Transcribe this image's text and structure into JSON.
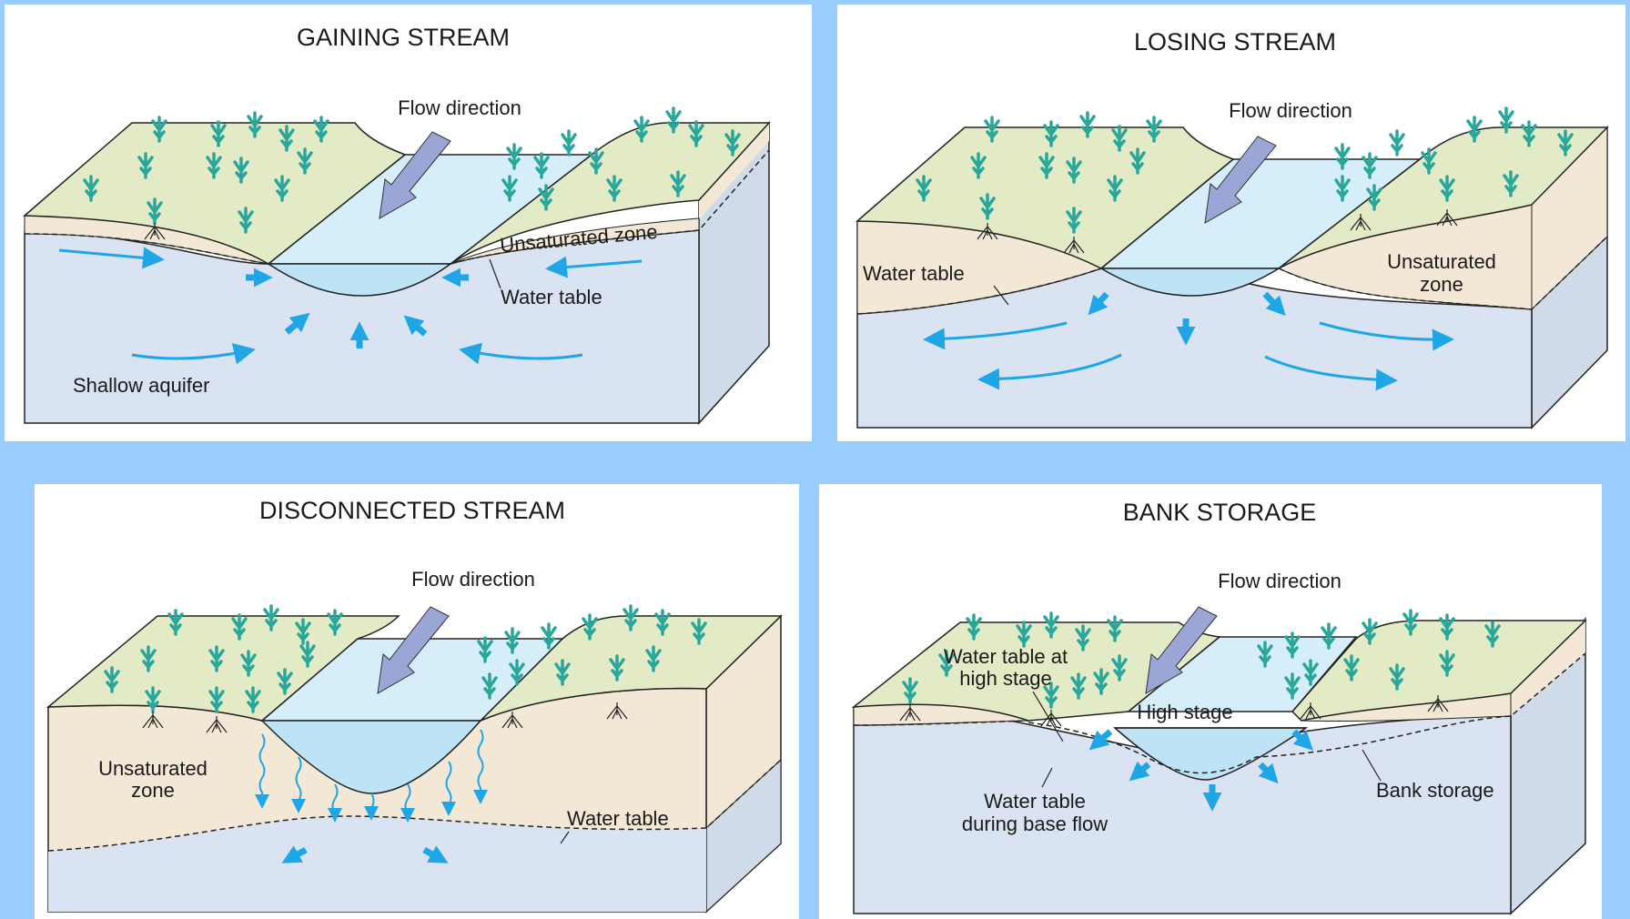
{
  "colors": {
    "background": "#99ccff",
    "grass": "#e2ebc6",
    "unsaturated": "#f3e8d6",
    "saturated": "#d9e3f1",
    "stream": "#bfe3f6",
    "water_arrow": "#1ea6e6",
    "flow_arrow": "#9aa6d6",
    "plant": "#2aa79b"
  },
  "panels": {
    "gaining": {
      "title": "GAINING STREAM",
      "flow_direction": "Flow direction",
      "unsaturated_zone": "Unsaturated zone",
      "water_table": "Water table",
      "shallow_aquifer": "Shallow aquifer"
    },
    "losing": {
      "title": "LOSING STREAM",
      "flow_direction": "Flow direction",
      "water_table": "Water table",
      "unsaturated_line1": "Unsaturated",
      "unsaturated_line2": "zone"
    },
    "disconnected": {
      "title": "DISCONNECTED STREAM",
      "flow_direction": "Flow direction",
      "unsaturated_line1": "Unsaturated",
      "unsaturated_line2": "zone",
      "water_table": "Water table"
    },
    "bank": {
      "title": "BANK STORAGE",
      "flow_direction": "Flow direction",
      "high_stage_wt_line1": "Water table at",
      "high_stage_wt_line2": "high stage",
      "high_stage": "High stage",
      "base_flow_line1": "Water table",
      "base_flow_line2": "during base flow",
      "bank_storage": "Bank storage"
    }
  }
}
